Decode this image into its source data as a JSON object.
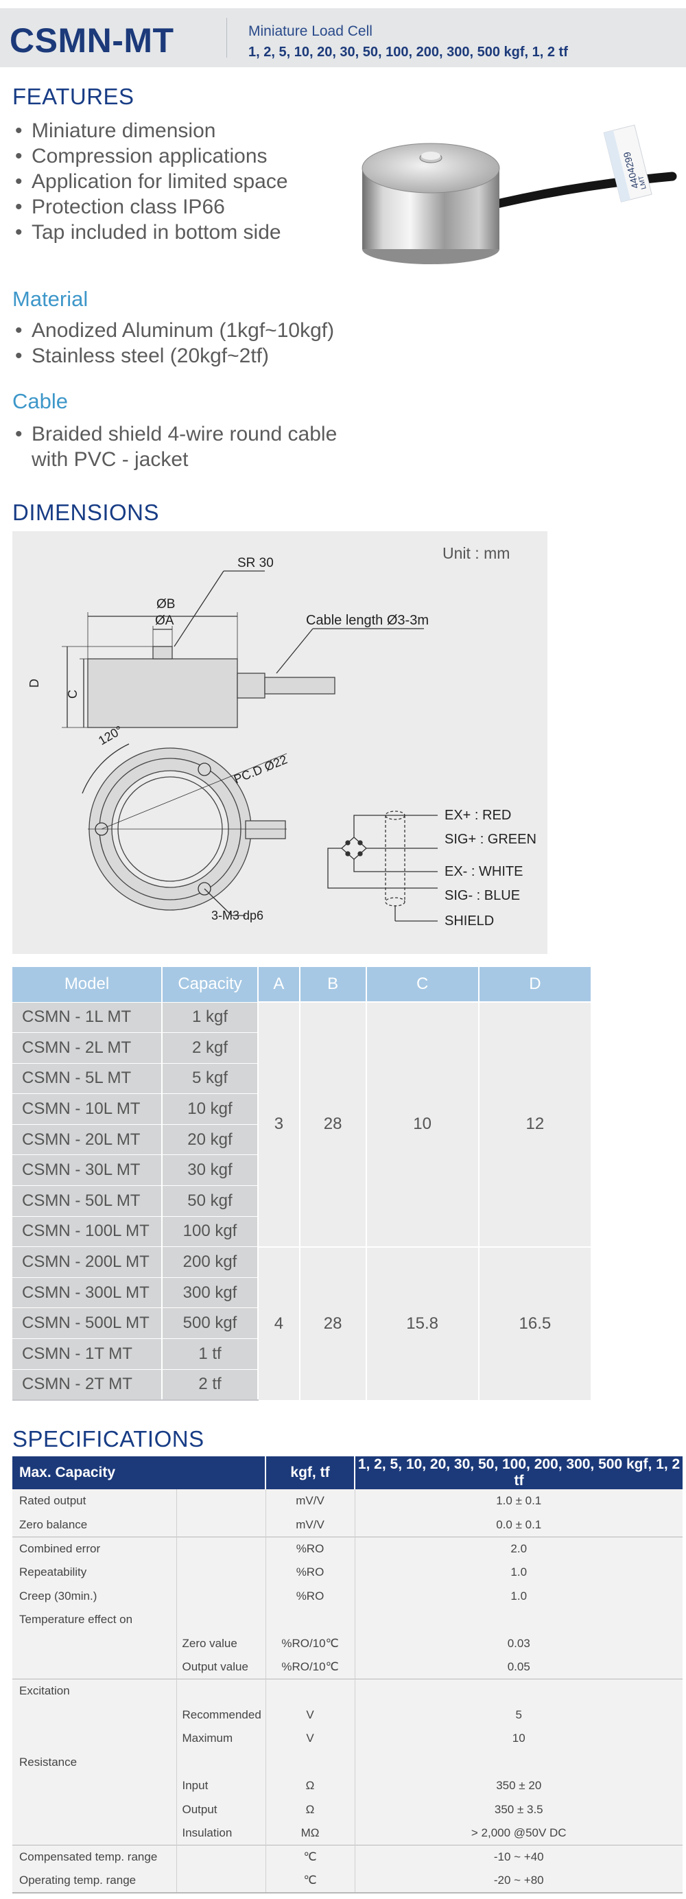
{
  "header": {
    "title": "CSMN-MT",
    "subtitle": "Miniature Load Cell",
    "capacities": "1, 2, 5, 10, 20, 30, 50, 100, 200, 300, 500 kgf, 1, 2 tf"
  },
  "features": {
    "heading": "FEATURES",
    "items": [
      "Miniature dimension",
      "Compression applications",
      "Application for limited space",
      "Protection class IP66",
      "Tap included in bottom side"
    ]
  },
  "material": {
    "heading": "Material",
    "items": [
      "Anodized Aluminum (1kgf~10kgf)",
      "Stainless steel (20kgf~2tf)"
    ]
  },
  "cable": {
    "heading": "Cable",
    "line1": "Braided shield 4-wire round cable",
    "line2": "with PVC - jacket"
  },
  "product_image": {
    "label_number": "4404299",
    "label_code": "LMT"
  },
  "dimensions": {
    "heading": "DIMENSIONS",
    "unit": "Unit : mm",
    "labels": {
      "sr": "SR 30",
      "b": "ØB",
      "a": "ØA",
      "cable": "Cable length Ø3-3m",
      "d": "D",
      "c": "C",
      "angle": "120°",
      "pcd": "PC.D Ø22",
      "tap": "3-M3 dp6"
    },
    "wiring": [
      "EX+ : RED",
      "SIG+ : GREEN",
      "EX- : WHITE",
      "SIG- : BLUE",
      "SHIELD"
    ]
  },
  "model_table": {
    "headers": [
      "Model",
      "Capacity",
      "A",
      "B",
      "C",
      "D"
    ],
    "rows": [
      {
        "model": "CSMN - 1L MT",
        "capacity": "1 kgf"
      },
      {
        "model": "CSMN - 2L MT",
        "capacity": "2 kgf"
      },
      {
        "model": "CSMN - 5L MT",
        "capacity": "5 kgf"
      },
      {
        "model": "CSMN - 10L MT",
        "capacity": "10 kgf"
      },
      {
        "model": "CSMN - 20L MT",
        "capacity": "20 kgf"
      },
      {
        "model": "CSMN - 30L MT",
        "capacity": "30 kgf"
      },
      {
        "model": "CSMN - 50L MT",
        "capacity": "50 kgf"
      },
      {
        "model": "CSMN - 100L MT",
        "capacity": "100 kgf"
      },
      {
        "model": "CSMN - 200L MT",
        "capacity": "200 kgf"
      },
      {
        "model": "CSMN - 300L MT",
        "capacity": "300 kgf"
      },
      {
        "model": "CSMN - 500L MT",
        "capacity": "500 kgf"
      },
      {
        "model": "CSMN - 1T MT",
        "capacity": "1 tf"
      },
      {
        "model": "CSMN - 2T MT",
        "capacity": "2 tf"
      }
    ],
    "group1": {
      "a": "3",
      "b": "28",
      "c": "10",
      "d": "12"
    },
    "group2": {
      "a": "4",
      "b": "28",
      "c": "15.8",
      "d": "16.5"
    }
  },
  "specifications": {
    "heading": "SPECIFICATIONS",
    "header": {
      "c1": "Max. Capacity",
      "c3": "kgf, tf",
      "c4": "1, 2, 5, 10, 20, 30, 50, 100, 200, 300, 500 kgf, 1, 2 tf"
    },
    "rows": [
      {
        "c1": "Rated output",
        "c2": "",
        "c3": "mV/V",
        "c4": "1.0 ± 0.1"
      },
      {
        "c1": "Zero balance",
        "c2": "",
        "c3": "mV/V",
        "c4": "0.0 ± 0.1"
      },
      {
        "c1": "Combined error",
        "c2": "",
        "c3": "%RO",
        "c4": "2.0"
      },
      {
        "c1": "Repeatability",
        "c2": "",
        "c3": "%RO",
        "c4": "1.0"
      },
      {
        "c1": "Creep (30min.)",
        "c2": "",
        "c3": "%RO",
        "c4": "1.0"
      },
      {
        "c1": "Temperature effect on",
        "c2": "",
        "c3": "",
        "c4": ""
      },
      {
        "c1": "",
        "c2": "Zero value",
        "c3": "%RO/10℃",
        "c4": "0.03"
      },
      {
        "c1": "",
        "c2": "Output  value",
        "c3": "%RO/10℃",
        "c4": "0.05"
      },
      {
        "c1": "Excitation",
        "c2": "",
        "c3": "",
        "c4": ""
      },
      {
        "c1": "",
        "c2": "Recommended",
        "c3": "V",
        "c4": "5"
      },
      {
        "c1": "",
        "c2": "Maximum",
        "c3": "V",
        "c4": "10"
      },
      {
        "c1": "Resistance",
        "c2": "",
        "c3": "",
        "c4": ""
      },
      {
        "c1": "",
        "c2": "Input",
        "c3": "Ω",
        "c4": "350 ± 20"
      },
      {
        "c1": "",
        "c2": "Output",
        "c3": "Ω",
        "c4": "350 ± 3.5"
      },
      {
        "c1": "",
        "c2": "Insulation",
        "c3": "MΩ",
        "c4": "> 2,000 @50V DC"
      },
      {
        "c1": "Compensated temp. range",
        "c2": "",
        "c3": "℃",
        "c4": "-10 ~ +40"
      },
      {
        "c1": "Operating temp. range",
        "c2": "",
        "c3": "℃",
        "c4": "-20 ~ +80"
      }
    ]
  },
  "colors": {
    "navy": "#1c3a7a",
    "light_blue": "#3d97c9",
    "table_header": "#a6c8e4",
    "header_bg": "#e4e6e8"
  }
}
